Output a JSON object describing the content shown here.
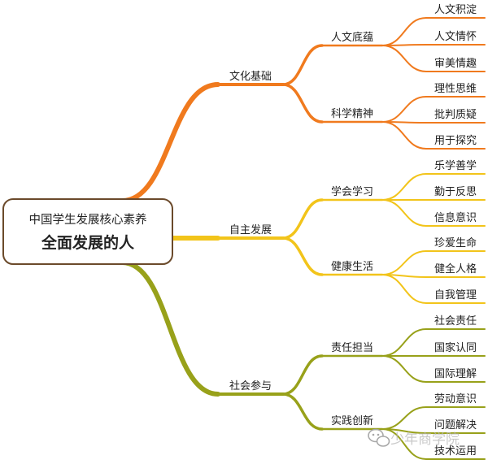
{
  "root": {
    "subtitle": "中国学生发展核心素养",
    "title": "全面发展的人"
  },
  "branches": [
    {
      "label": "文化基础",
      "color": "#f07a1e",
      "children": [
        {
          "label": "人文底蕴",
          "leaves": [
            "人文积淀",
            "人文情怀",
            "审美情趣"
          ]
        },
        {
          "label": "科学精神",
          "leaves": [
            "理性思维",
            "批判质疑",
            "用于探究"
          ]
        }
      ]
    },
    {
      "label": "自主发展",
      "color": "#f2c41a",
      "children": [
        {
          "label": "学会学习",
          "leaves": [
            "乐学善学",
            "勤于反思",
            "信息意识"
          ]
        },
        {
          "label": "健康生活",
          "leaves": [
            "珍爱生命",
            "健全人格",
            "自我管理"
          ]
        }
      ]
    },
    {
      "label": "社会参与",
      "color": "#98a11a",
      "children": [
        {
          "label": "责任担当",
          "leaves": [
            "社会责任",
            "国家认同",
            "国际理解"
          ]
        },
        {
          "label": "实践创新",
          "leaves": [
            "劳动意识",
            "问题解决",
            "技术运用"
          ]
        }
      ]
    }
  ],
  "watermark": {
    "text": "少年商学院",
    "icon": "wechat-icon"
  }
}
